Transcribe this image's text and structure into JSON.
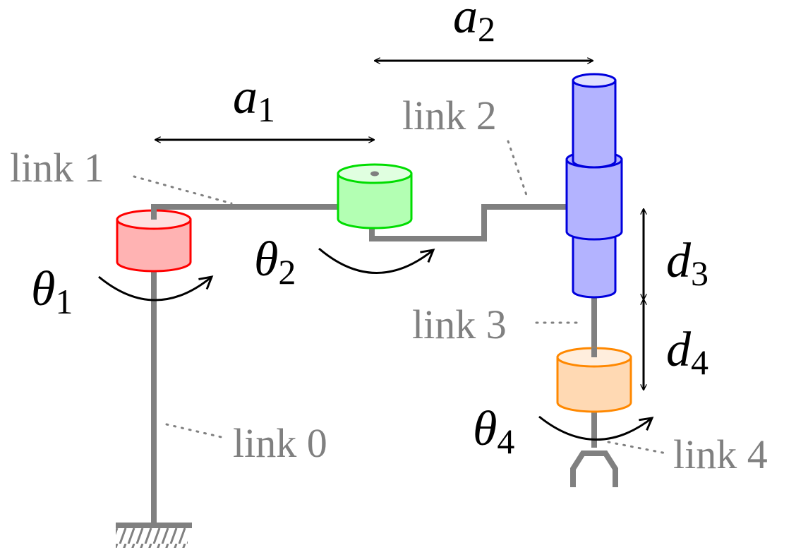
{
  "labels": {
    "link0": "link 0",
    "link1": "link 1",
    "link2": "link 2",
    "link3": "link 3",
    "link4": "link 4"
  },
  "params": {
    "a1": {
      "sym": "a",
      "sub": "1"
    },
    "a2": {
      "sym": "a",
      "sub": "2"
    },
    "d3": {
      "sym": "d",
      "sub": "3"
    },
    "d4": {
      "sym": "d",
      "sub": "4"
    },
    "theta1": {
      "sym": "θ",
      "sub": "1"
    },
    "theta2": {
      "sym": "θ",
      "sub": "2"
    },
    "theta4": {
      "sym": "θ",
      "sub": "4"
    }
  },
  "colors": {
    "joint1": {
      "fill": "#ffb3b3",
      "stroke": "#ff0000",
      "top": "#ffe0e0"
    },
    "joint2": {
      "fill": "#b3ffb3",
      "stroke": "#00dd00",
      "top": "#e0ffe0"
    },
    "joint3": {
      "fill": "#b3b3ff",
      "stroke": "#0000dd",
      "top": "#e0e0ff"
    },
    "joint4": {
      "fill": "#ffd9b3",
      "stroke": "#ff8800",
      "top": "#ffeedd"
    },
    "link": "#808080"
  }
}
